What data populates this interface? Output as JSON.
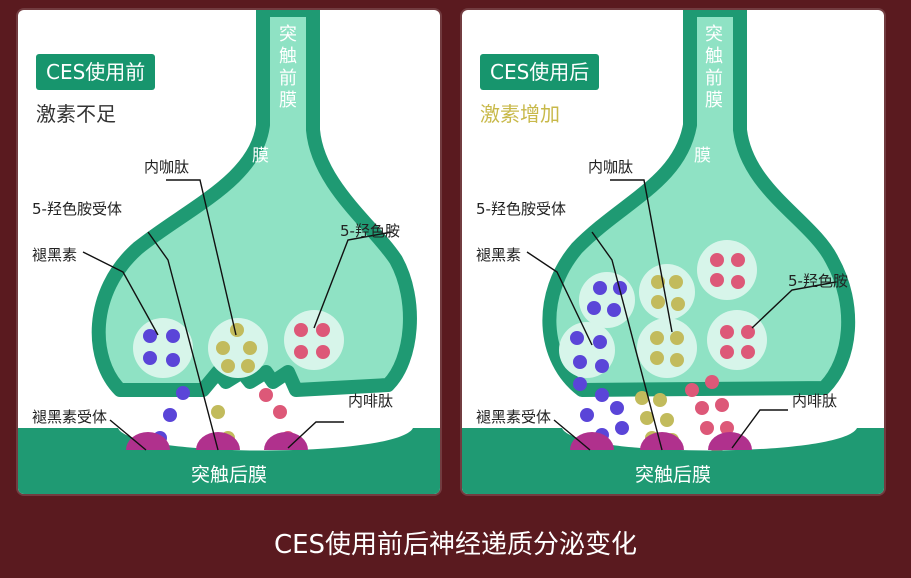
{
  "panels": [
    {
      "id": "before",
      "title": "CES使用前",
      "status": "激素不足",
      "status_color": "#333333",
      "presynaptic_label": "突触前膜",
      "membrane_fragment": "膜",
      "postsynaptic_label": "突触后膜",
      "labels": {
        "endorphin": "内咖肽",
        "serotonin_receptor": "5-羟色胺受体",
        "melatonin": "褪黑素",
        "serotonin": "5-羟色胺",
        "melatonin_receptor": "褪黑素受体",
        "endorphin_post": "内啡肽"
      }
    },
    {
      "id": "after",
      "title": "CES使用后",
      "status": "激素增加",
      "status_color": "#c8b94a",
      "presynaptic_label": "突触前膜",
      "membrane_fragment": "膜",
      "postsynaptic_label": "突触后膜",
      "labels": {
        "endorphin": "内咖肽",
        "serotonin_receptor": "5-羟色胺受体",
        "melatonin": "褪黑素",
        "serotonin": "5-羟色胺",
        "melatonin_receptor": "褪黑素受体",
        "endorphin_post": "内啡肽"
      }
    }
  ],
  "caption": "CES使用前后神经递质分泌变化",
  "colors": {
    "membrane": "#1f9a73",
    "terminal_fill": "#8fe2c4",
    "vesicle": "#d7f5ea",
    "melatonin": "#5a45d8",
    "endorphin": "#c2bb5c",
    "serotonin": "#dd5878",
    "receptor": "#b0318d",
    "background": "#5a1a1f"
  }
}
